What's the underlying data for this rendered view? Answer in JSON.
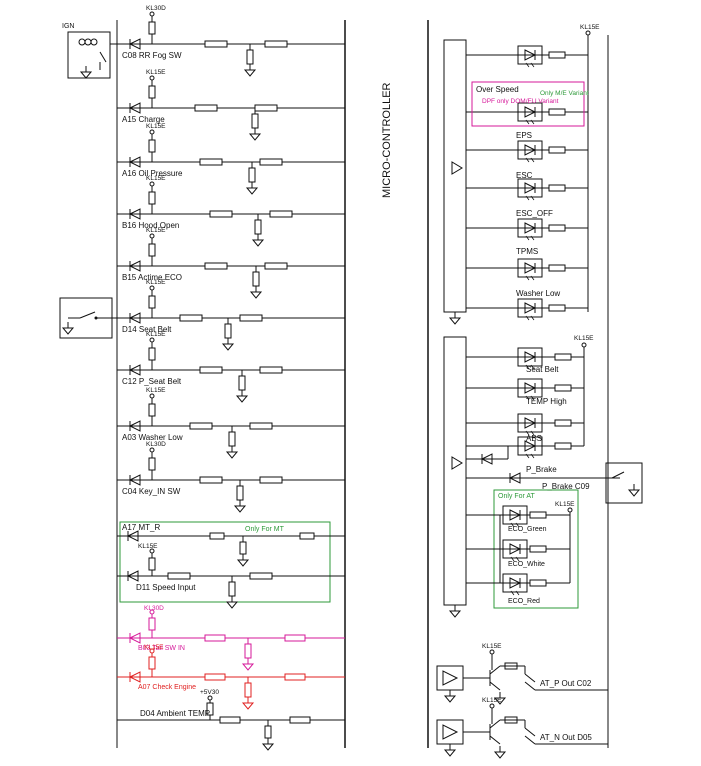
{
  "colors": {
    "line": "#111111",
    "green_box": "#2e9a3a",
    "magenta": "#d6199a",
    "red": "#e02020"
  },
  "side_title": "MICRO-CONTROLLER",
  "ign_label": "IGN",
  "left_channels": [
    {
      "pin": "C08",
      "name": "RR Fog SW",
      "supply": "KL30D"
    },
    {
      "pin": "A15",
      "name": "Charge",
      "supply": "KL15E"
    },
    {
      "pin": "A16",
      "name": "Oil Pressure",
      "supply": "KL15E"
    },
    {
      "pin": "B16",
      "name": "Hood Open",
      "supply": "KL15E"
    },
    {
      "pin": "B15",
      "name": "Actime ECO",
      "supply": "KL15E"
    },
    {
      "pin": "D14",
      "name": "Seat Belt",
      "supply": "KL15E"
    },
    {
      "pin": "C12",
      "name": "P_Seat Belt",
      "supply": "KL15E"
    },
    {
      "pin": "A03",
      "name": "Washer Low",
      "supply": "KL15E"
    },
    {
      "pin": "C04",
      "name": "Key_IN SW",
      "supply": "KL30D"
    }
  ],
  "mt_box": {
    "label": "Only For MT",
    "channels": [
      {
        "pin": "A17",
        "name": "MT_R"
      },
      {
        "pin": "D11",
        "name": "Speed Input",
        "supply": "KL15E"
      }
    ]
  },
  "colored_channels": [
    {
      "pin": "B03",
      "name": "Tail SW IN",
      "supply": "KL30D"
    },
    {
      "pin": "A07",
      "name": "Check Engine",
      "supply": "KL15E"
    }
  ],
  "ambient_channel": {
    "pin": "D04",
    "name": "Ambient TEMP",
    "supply": "+5V30"
  },
  "right_top": {
    "supply": "KL15E",
    "over_speed_label": "Over Speed",
    "variant_note_1": "Only M/E Variant",
    "variant_note_2": "DPF only DOM/EU Variant",
    "labels": [
      "EPS",
      "ESC",
      "ESC_OFF",
      "TPMS",
      "Washer Low"
    ]
  },
  "right_mid": {
    "supply": "KL15E",
    "labels": [
      "Seat Belt",
      "TEMP High",
      "ABS",
      "P_Brake"
    ],
    "pbrake_pin_label": "P_Brake",
    "pbrake_pin": "C09"
  },
  "at_box": {
    "label": "Only For AT",
    "supply": "KL15E",
    "labels": [
      "ECO_Green",
      "ECO_White",
      "ECO_Red"
    ]
  },
  "outputs": [
    {
      "supply": "KL15E",
      "name": "AT_P Out",
      "pin": "C02"
    },
    {
      "supply": "KL15E",
      "name": "AT_N Out",
      "pin": "D05"
    }
  ]
}
